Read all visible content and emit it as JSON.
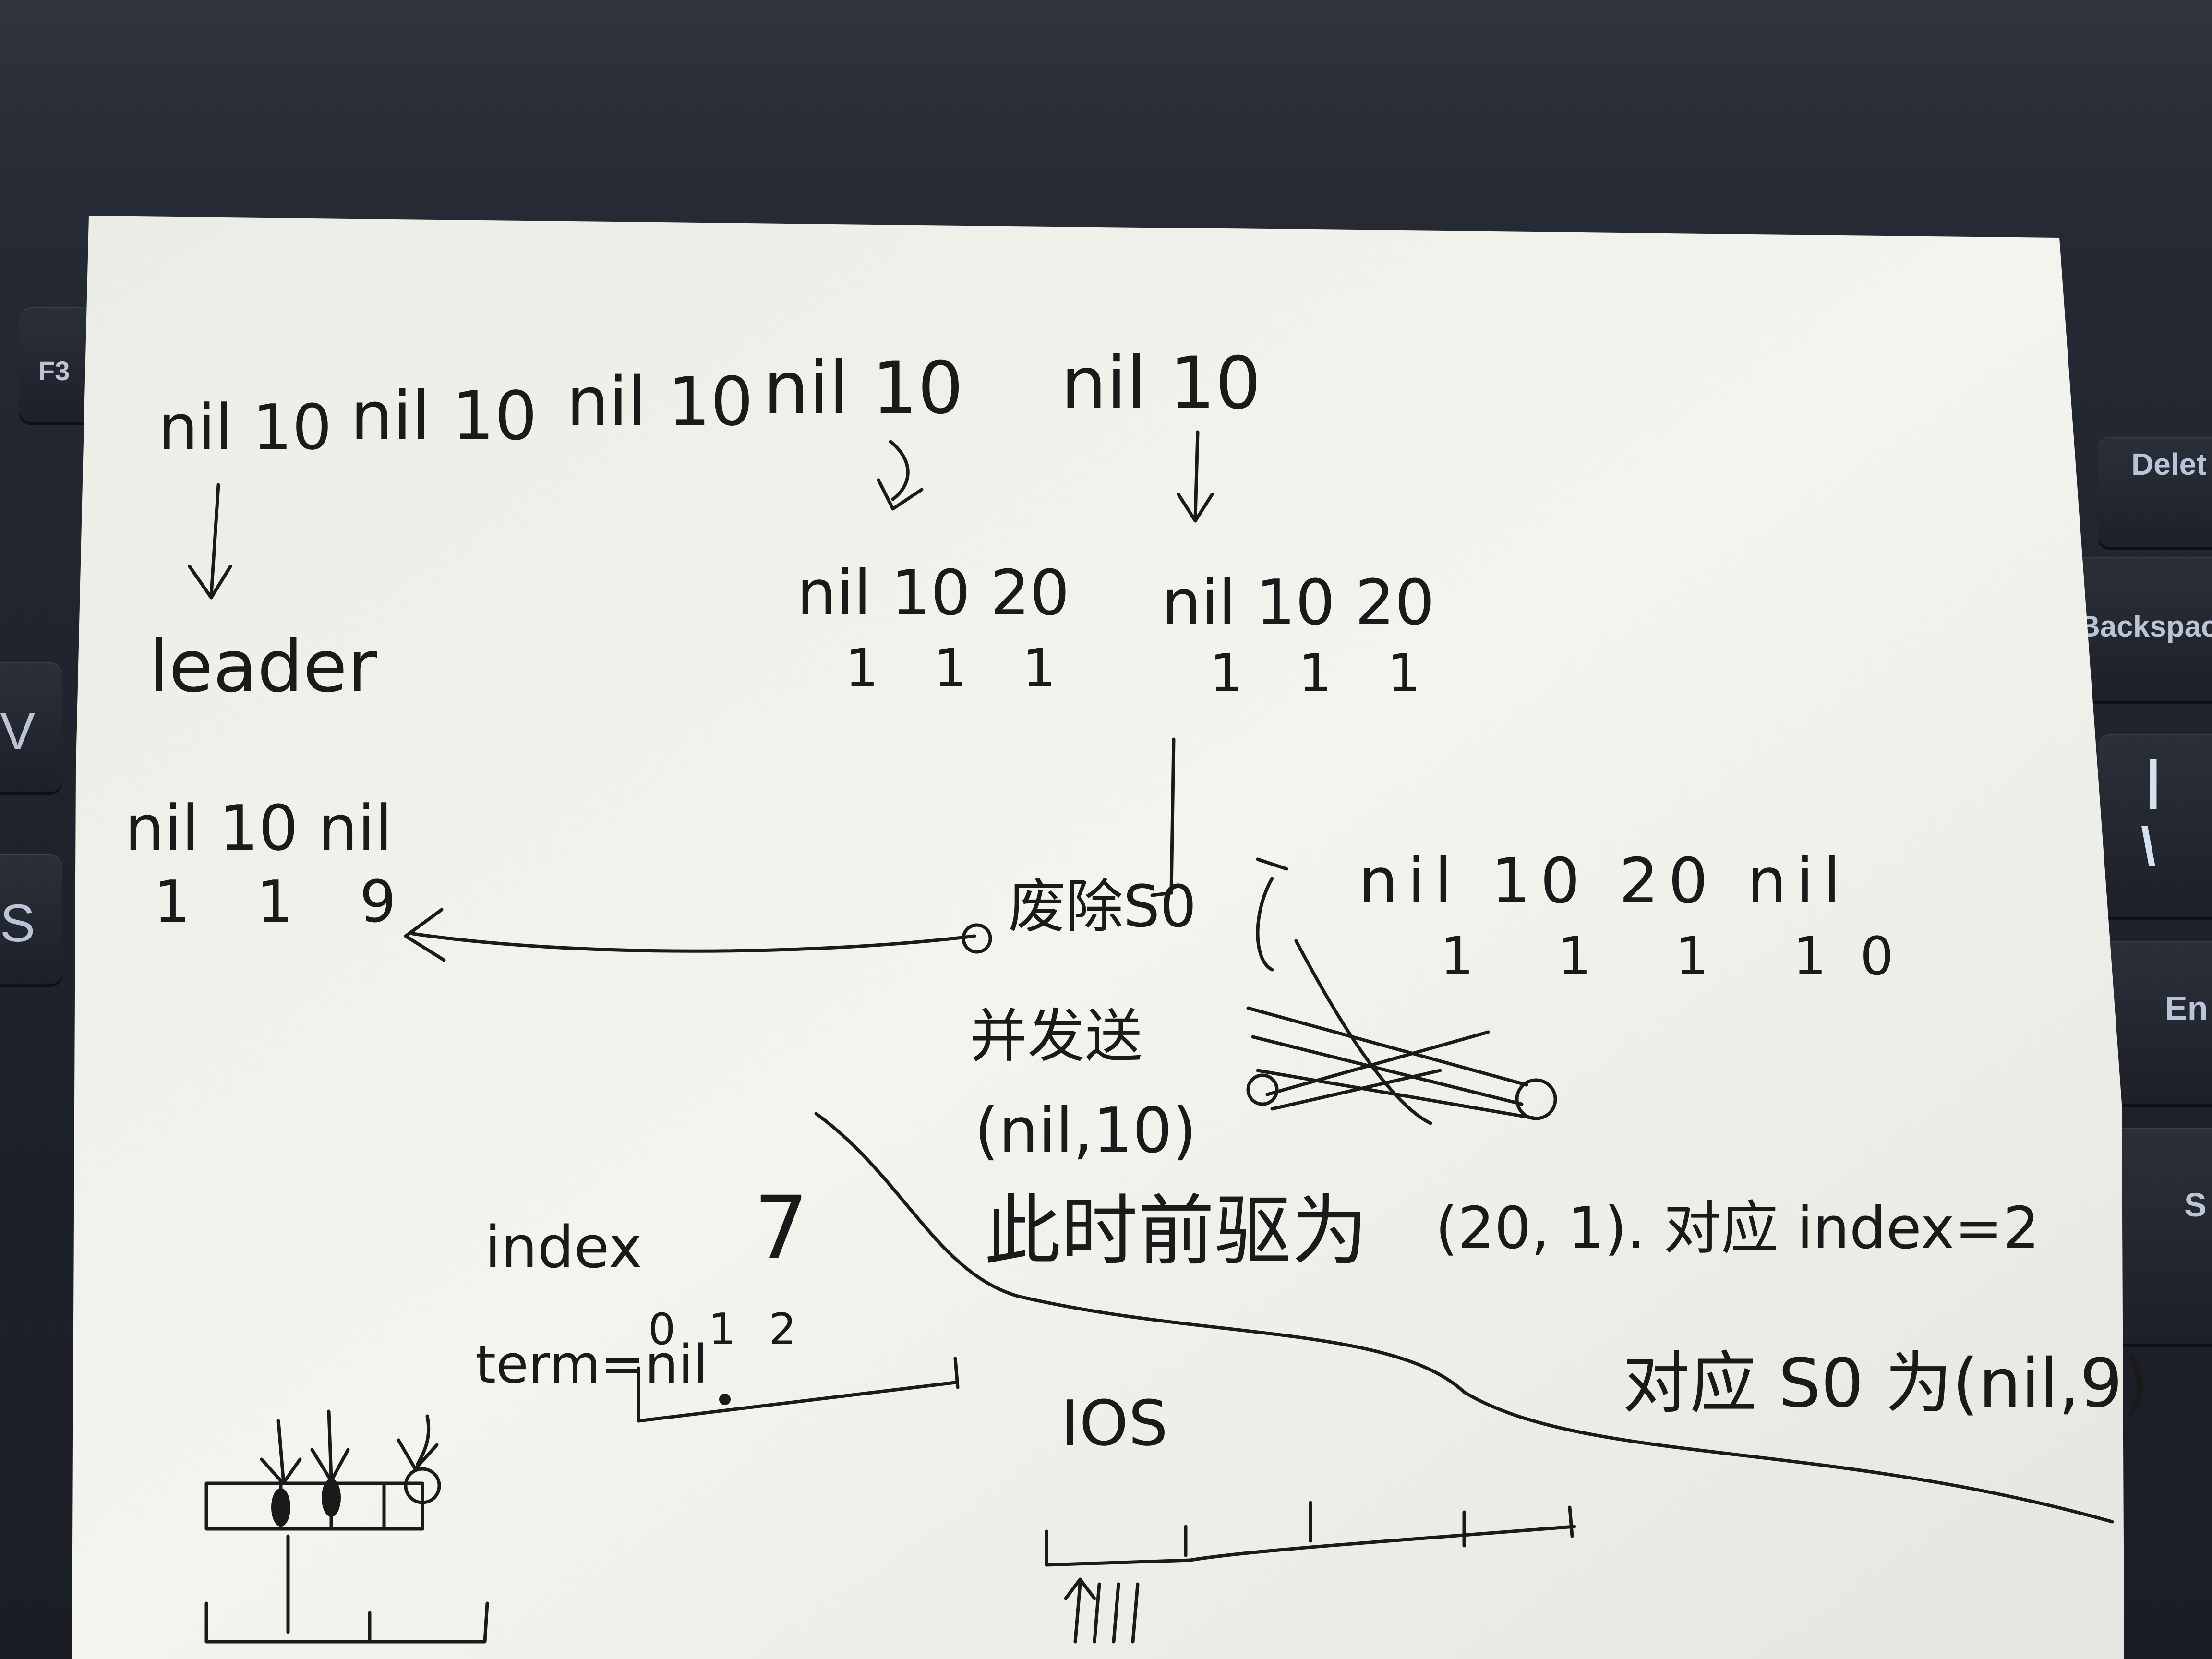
{
  "keyboard": {
    "keys": [
      "F3",
      "V",
      "S",
      "Delet",
      "Backspac",
      "|",
      "\\",
      "En",
      "S"
    ]
  },
  "note": {
    "top_row": [
      "nil 10",
      "nil 10",
      "nil 10",
      "nil 10",
      "nil 10"
    ],
    "leader_label": "leader",
    "mid_left": {
      "top": "nil 10 20",
      "bottom": "1 1 1"
    },
    "mid_right": {
      "top": "nil 10 20",
      "bottom": "1 1 1"
    },
    "left_block": {
      "top": "nil 10 nil",
      "bottom": "1 1 9"
    },
    "discard": "废除S0",
    "send": "并发送",
    "sent_entry": "(nil,10)",
    "right_block": {
      "top": "nil 10 20 nil",
      "bottom": "1 1 1 10"
    },
    "prev_note": "此时前驱为",
    "prev_value": "(20, 1). 对应 index=2",
    "s0_note": "对应 S0 为(nil,9)",
    "index_label": "index",
    "term_label": "term=nil",
    "numbers": "0 1 2",
    "seven": "7",
    "ios": "IOS"
  }
}
